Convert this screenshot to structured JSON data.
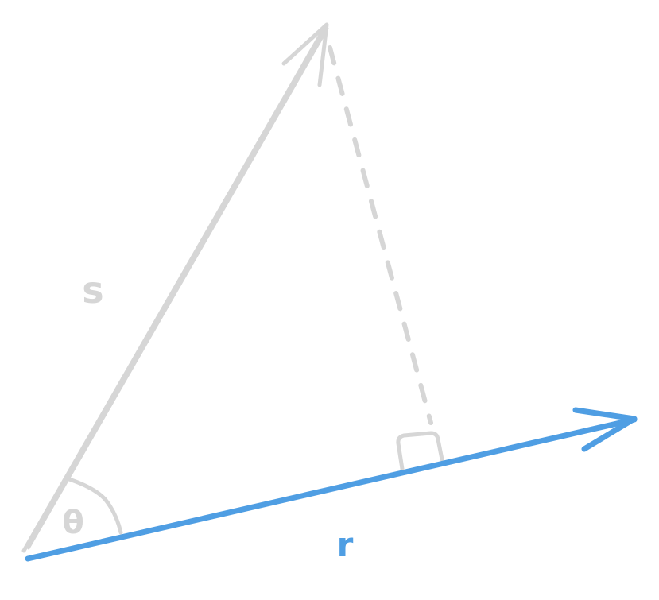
{
  "diagram": {
    "labels": {
      "vector_s": "s",
      "vector_r": "r",
      "angle": "θ"
    },
    "colors": {
      "vector_s": "#d6d6d6",
      "vector_r": "#4f9ee3",
      "projection_line": "#d6d6d6",
      "angle_arc": "#d6d6d6",
      "right_angle_marker": "#d6d6d6",
      "background": "#ffffff"
    }
  }
}
